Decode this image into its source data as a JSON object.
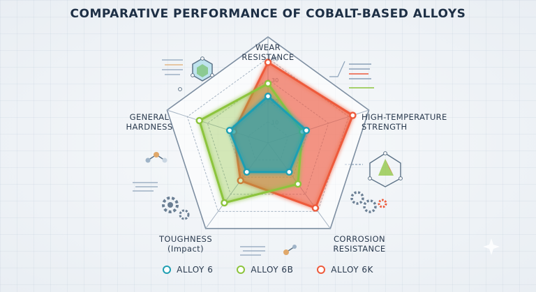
{
  "title": "COMPARATIVE PERFORMANCE OF COBALT-BASED ALLOYS",
  "axes": [
    {
      "line1": "WEAR",
      "line2": "RESISTANCE"
    },
    {
      "line1": "HIGH-TEMPERATURE",
      "line2": "STRENGTH"
    },
    {
      "line1": "CORROSION",
      "line2": "RESISTANCE"
    },
    {
      "line1": "TOUGHNESS",
      "line2": "(Impact)"
    },
    {
      "line1": "GENERAL",
      "line2": "HARDNESS"
    }
  ],
  "chart_data": {
    "type": "radar",
    "title": "COMPARATIVE PERFORMANCE OF COBALT-BASED ALLOYS",
    "categories": [
      "WEAR RESISTANCE",
      "HIGH-TEMPERATURE STRENGTH",
      "CORROSION RESISTANCE",
      "TOUGHNESS (Impact)",
      "GENERAL HARDNESS"
    ],
    "range": [
      0,
      50
    ],
    "ticks": [
      "10",
      "20",
      "30",
      "40"
    ],
    "grid": true,
    "legend_position": "bottom-center",
    "series": [
      {
        "name": "ALLOY 6",
        "color": "#1f9fb3",
        "values": [
          22,
          19,
          17,
          17,
          19
        ]
      },
      {
        "name": "ALLOY 6B",
        "color": "#8cc43c",
        "values": [
          28,
          17,
          24,
          35,
          34
        ]
      },
      {
        "name": "ALLOY 6K",
        "color": "#ee5a3b",
        "values": [
          38,
          42,
          38,
          22,
          17
        ]
      }
    ]
  }
}
